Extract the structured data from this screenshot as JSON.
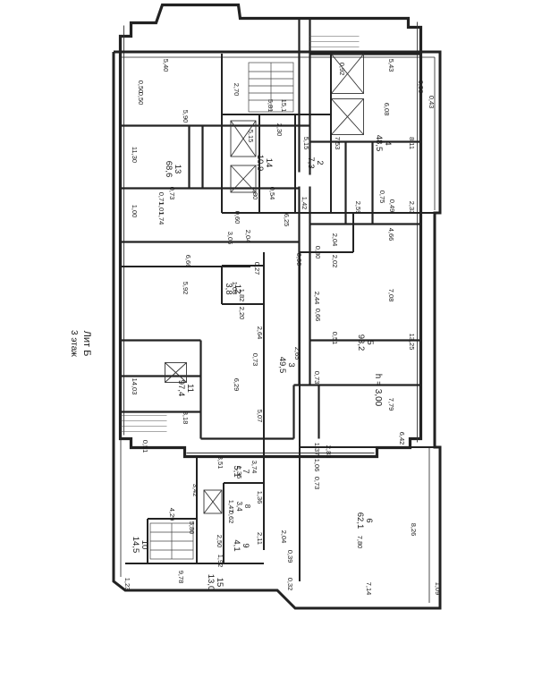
{
  "floor_plan": {
    "title": "Лит Б",
    "subtitle": "3 этаж",
    "height_note": "h = 3,00",
    "rooms": [
      {
        "id": "13",
        "area": "68,6"
      },
      {
        "id": "14",
        "area": "10,9"
      },
      {
        "id": "2",
        "area": "7,3"
      },
      {
        "id": "4",
        "area": "48,5"
      },
      {
        "id": "12",
        "area": "3,8"
      },
      {
        "id": "11",
        "area": "97,4"
      },
      {
        "id": "3",
        "area": "49,5"
      },
      {
        "id": "5",
        "area": "93,2"
      },
      {
        "id": "7",
        "area": "5,1"
      },
      {
        "id": "8",
        "area": "3,4"
      },
      {
        "id": "9",
        "area": "4,1"
      },
      {
        "id": "10",
        "area": "14,5"
      },
      {
        "id": "15",
        "area": "13,0"
      },
      {
        "id": "6",
        "area": "62,1"
      }
    ],
    "dimensions": [
      "5,40",
      "0,50",
      "0,50",
      "5,90",
      "11,30",
      "2,70",
      "5,81",
      "15,1",
      "0,92",
      "5,43",
      "0,50",
      "0,43",
      "6,08",
      "2,30",
      "5,15",
      "5,15",
      "7,53",
      "8,11",
      "0,73",
      "0,71",
      "1,01",
      "1,80",
      "0,54",
      "1,74",
      "1,00",
      "1,42",
      "0,75",
      "0,49",
      "2,59",
      "2,33",
      "3,06",
      "2,04",
      "6,25",
      "0,60",
      "2,04",
      "4,66",
      "0,80",
      "2,02",
      "6,66",
      "5,92",
      "1,08",
      "0,27",
      "1,82",
      "2,20",
      "0,90",
      "2,44",
      "7,08",
      "14,03",
      "2,64",
      "0,73",
      "0,66",
      "0,51",
      "13,25",
      "6,29",
      "2,65",
      "8,18",
      "5,07",
      "0,73",
      "7,79",
      "0,51",
      "2,83",
      "1,37",
      "6,42",
      "3,51",
      "3,74",
      "1,35",
      "1,06",
      "0,73",
      "3,42",
      "1,47",
      "0,62",
      "1,36",
      "4,29",
      "5,80",
      "2,50",
      "2,11",
      "2,04",
      "7,80",
      "8,26",
      "1,92",
      "0,39",
      "1,23",
      "9,78",
      "0,32",
      "7,14",
      "1,09"
    ]
  }
}
